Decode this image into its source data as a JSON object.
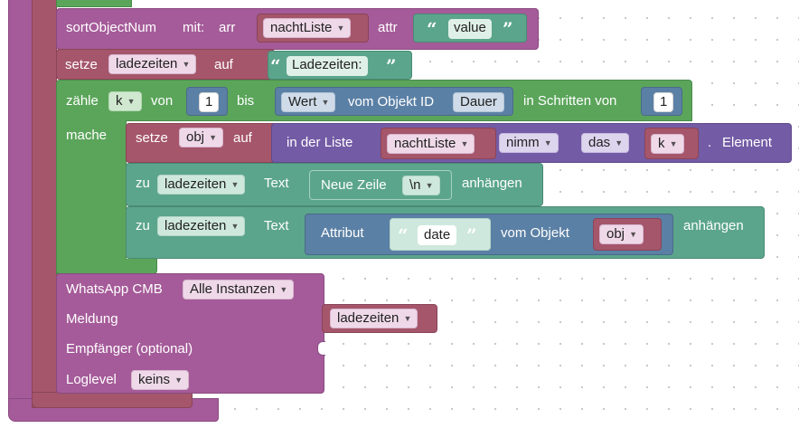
{
  "colors": {
    "purple": "#a55b99",
    "red": "#a5566b",
    "green": "#5ba55b",
    "teal": "#5ba58c",
    "violet": "#745ba5",
    "blue": "#5b80a5"
  },
  "sort_block": {
    "label": "sortObjectNum",
    "mit_label": "mit:",
    "arr_label": "arr",
    "arr_value": "nachtListe",
    "attr_label": "attr",
    "attr_value": "value"
  },
  "set_ladezeiten": {
    "label": "setze",
    "var": "ladezeiten",
    "auf_label": "auf",
    "text": "Ladezeiten:"
  },
  "count_block": {
    "label": "zähle",
    "var": "k",
    "von_label": "von",
    "from": "1",
    "bis_label": "bis",
    "wert_label": "Wert",
    "vom_objekt_label": "vom Objekt ID",
    "object_id": "Dauer",
    "step_label": "in Schritten von",
    "step": "1",
    "mache_label": "mache"
  },
  "set_obj": {
    "label": "setze",
    "var": "obj",
    "auf_label": "auf",
    "list_label": "in der Liste",
    "list_var": "nachtListe",
    "mode": "nimm",
    "from_mode": "das",
    "index_var": "k",
    "suffix": ".",
    "element_label": "Element"
  },
  "append1": {
    "zu_label": "zu",
    "var": "ladezeiten",
    "text_label": "Text",
    "value_label": "Neue Zeile",
    "value": "\\n",
    "append_label": "anhängen"
  },
  "append2": {
    "zu_label": "zu",
    "var": "ladezeiten",
    "text_label": "Text",
    "attr_label": "Attribut",
    "attr_value": "date",
    "vom_objekt_label": "vom Objekt",
    "obj_var": "obj",
    "append_label": "anhängen"
  },
  "whatsapp": {
    "label": "WhatsApp CMB",
    "instance": "Alle Instanzen",
    "message_label": "Meldung",
    "message_var": "ladezeiten",
    "recipient_label": "Empfänger (optional)",
    "loglevel_label": "Loglevel",
    "loglevel": "keins"
  },
  "icons": [
    "dropdown-arrow-icon",
    "quote-open-icon",
    "quote-close-icon"
  ]
}
